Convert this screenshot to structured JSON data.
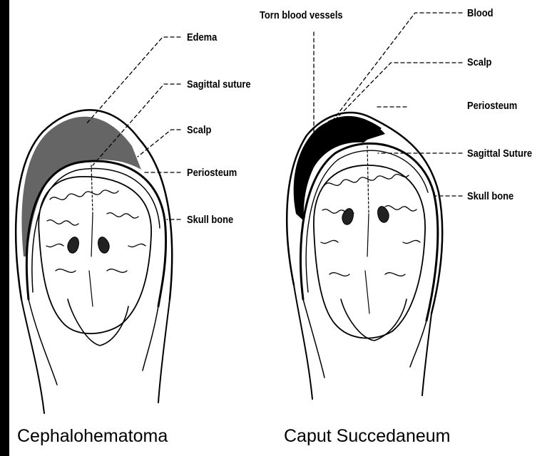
{
  "left_diagram": {
    "caption": "Cephalohematoma",
    "labels": {
      "edema": "Edema",
      "sagittal_suture": "Sagittal suture",
      "scalp": "Scalp",
      "periosteum": "Periosteum",
      "skull_bone": "Skull bone"
    }
  },
  "right_diagram": {
    "caption": "Caput Succedaneum",
    "labels": {
      "torn_blood_vessels": "Torn blood vessels",
      "blood": "Blood",
      "scalp": "Scalp",
      "periosteum": "Periosteum",
      "sagittal_suture": "Sagittal Suture",
      "skull_bone": "Skull bone"
    }
  }
}
